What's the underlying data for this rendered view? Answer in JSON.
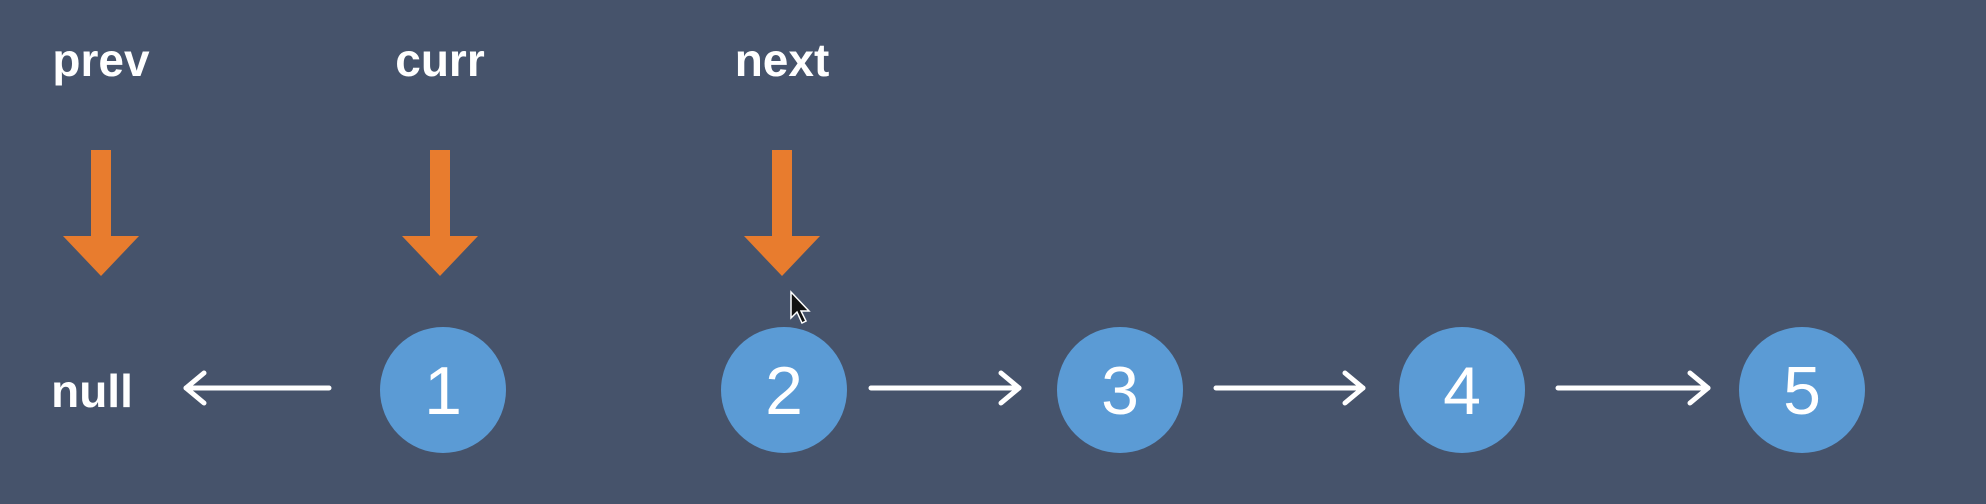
{
  "pointers": [
    {
      "label": "prev",
      "target": "null"
    },
    {
      "label": "curr",
      "target": "1"
    },
    {
      "label": "next",
      "target": "2"
    }
  ],
  "null_label": "null",
  "nodes": [
    "1",
    "2",
    "3",
    "4",
    "5"
  ],
  "colors": {
    "background": "#46536b",
    "pointer": "#e87c2e",
    "node": "#5b9bd5",
    "text": "#ffffff"
  }
}
